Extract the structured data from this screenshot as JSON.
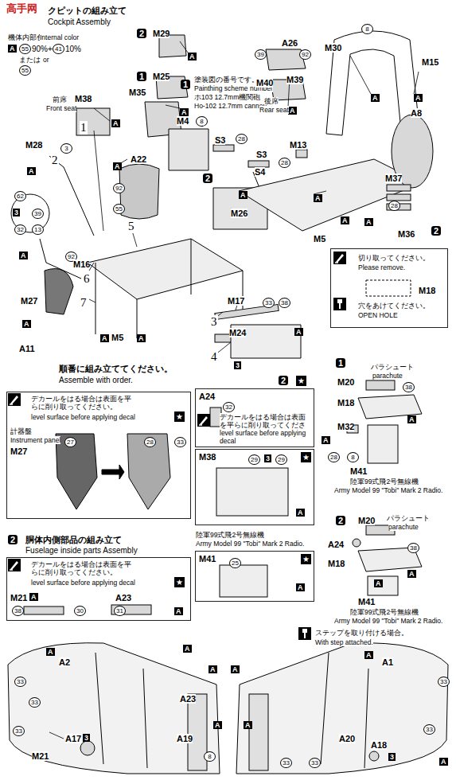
{
  "diagram": {
    "nodes": [
      {
        "text": [
          "デカールをはる場合は表面を平らに削り取ってください。",
          "level surface before applying decal",
          "★",
          "計器盤",
          "Instrument panel",
          "M27",
          "27",
          "28",
          "33"
        ]
      },
      {
        "text": [
          "A24",
          "32",
          "デカールをはる場合は表面を平らに削り取ってください。",
          "level surface before applying decal"
        ]
      },
      {
        "text": [
          "M38",
          "29",
          "3",
          "29",
          "A"
        ]
      },
      {
        "text": [
          "陸軍99式飛2号無線機",
          "Army Model 99 \"Tobi\" Mark 2 Radio.",
          "M41",
          "25",
          "A"
        ]
      },
      {
        "text": [
          "切り取ってください。",
          "Please remove.",
          "M18",
          "穴をあけてください。",
          "OPEN HOLE"
        ]
      },
      {
        "text": [
          "デカールをはる場合は表面を平らに削り取ってください。",
          "level surface before applying decal",
          "★",
          "M21",
          "38",
          "A",
          "30",
          "A23",
          "31",
          "A"
        ]
      }
    ],
    "labels": [
      "高手网",
      "クピットの組み立て",
      "Cockpit Assembly",
      "機体内部色",
      "Internal color",
      "A",
      "55",
      "90%+",
      "41",
      "10%",
      "または",
      "or",
      "55",
      "2",
      "M29",
      "A",
      "1",
      "M25",
      "M35",
      "A",
      "前席",
      "Front seat",
      "M38",
      "A",
      "1",
      "M28",
      "3",
      "2",
      "A",
      "62",
      "3",
      "39",
      "32",
      "13",
      "A",
      "92",
      "M16",
      "6",
      "M27",
      "7",
      "A",
      "A11",
      "A",
      "M5",
      "A",
      "A22",
      "A",
      "92",
      "55",
      "5",
      "1",
      "塗装図の番号です。",
      "Painthing scheme number",
      "ホ103 12.7mm機関砲",
      "Ho-102 12.7mm cannon",
      "M4",
      "8",
      "S3",
      "28",
      "S3",
      "S4",
      "2",
      "A",
      "M26",
      "A26",
      "39",
      "92",
      "M40",
      "M39",
      "A",
      "M30",
      "8",
      "M15",
      "A",
      "A",
      "後席",
      "Rear seat",
      "A8",
      "M13",
      "28",
      "M37",
      "28",
      "M36",
      "2",
      "M5",
      "A",
      "A",
      "A",
      "M17",
      "33",
      "38",
      "3",
      "M24",
      "A",
      "4",
      "3",
      "順番に組み立ててください。",
      "Assemble with order.",
      "2",
      "★",
      "★",
      "★",
      "1",
      "パラシュート",
      "parachute",
      "M20",
      "38",
      "M18",
      "A",
      "M32",
      "A",
      "28",
      "8",
      "M41",
      "陸軍99式飛2号無線機",
      "Army Model 99 \"Tobi\" Mark 2 Radio.",
      "2",
      "M20",
      "パラシュート",
      "parachute",
      "A24",
      "38",
      "M18",
      "A",
      "A",
      "M41",
      "陸軍99式飛2号無線機",
      "Army Model 99 \"Tobi\" Mark 2 Radio.",
      "2",
      "胴体内側部品の組み立て",
      "Fuselage inside parts Assembly",
      "ステップを取り付ける場合。",
      "With step attached.",
      "A",
      "A2",
      "33",
      "A",
      "A23",
      "A",
      "33",
      "33",
      "A17",
      "3",
      "M21",
      "A19",
      "8",
      "A",
      "A",
      "A",
      "A1",
      "33",
      "A",
      "33",
      "33",
      "A20",
      "A18",
      "3",
      "33",
      "A"
    ]
  }
}
